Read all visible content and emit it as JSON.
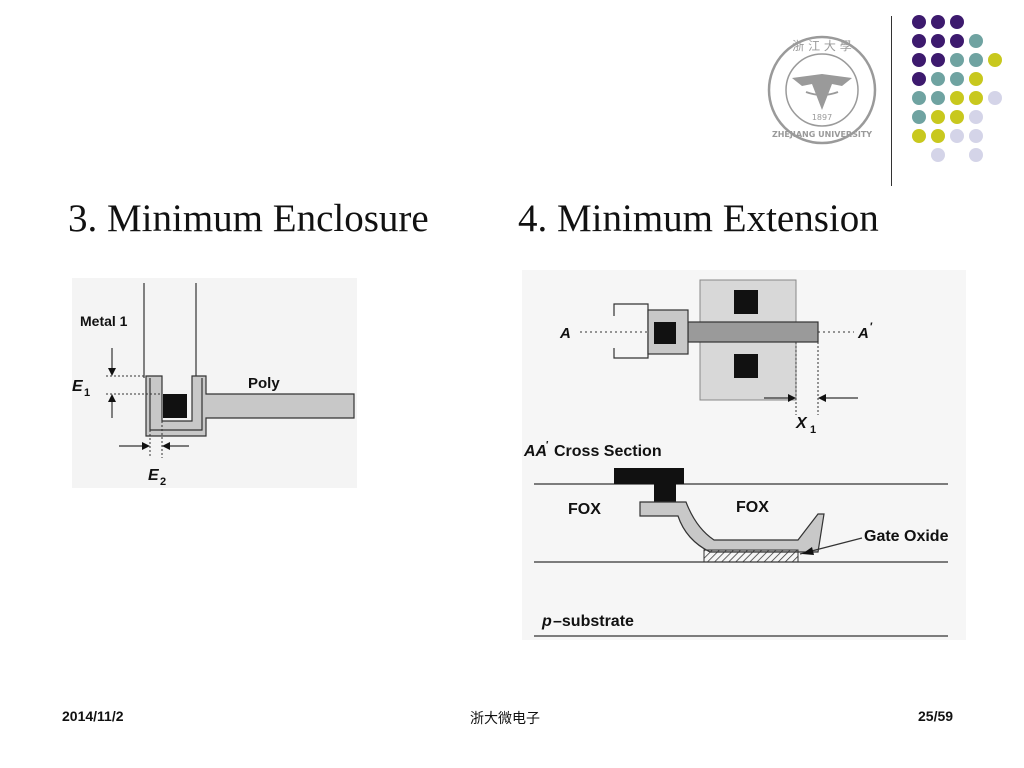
{
  "slide": {
    "title_left": "3. Minimum Enclosure",
    "title_right": "4. Minimum Extension"
  },
  "logo": {
    "text_top": "浙 江 大 學",
    "text_bottom": "ZHEJIANG UNIVERSITY",
    "year": "1897"
  },
  "enclosure": {
    "metal_label": "Metal 1",
    "poly_label": "Poly",
    "e1_main": "E",
    "e1_sub": "1",
    "e2_main": "E",
    "e2_sub": "2"
  },
  "extension": {
    "a_label": "A",
    "a_prime_label": "A",
    "prime_mark": "′",
    "x1_main": "X",
    "x1_sub": "1",
    "cross_section_prefix": "AA",
    "cross_section_rest": " Cross Section",
    "fox_left": "FOX",
    "fox_right": "FOX",
    "gate_oxide": "Gate Oxide",
    "substrate_p": "p",
    "substrate_rest": "–substrate"
  },
  "footer": {
    "date": "2014/11/2",
    "org": "浙大微电子",
    "page": "25/59"
  },
  "colors": {
    "purple": "#3d1a6e",
    "teal": "#6fa3a1",
    "yellow": "#c8c81e",
    "lavender": "#d4d4e8",
    "poly_gray": "#c8c8c8",
    "active_gray": "#d8d8d8"
  }
}
